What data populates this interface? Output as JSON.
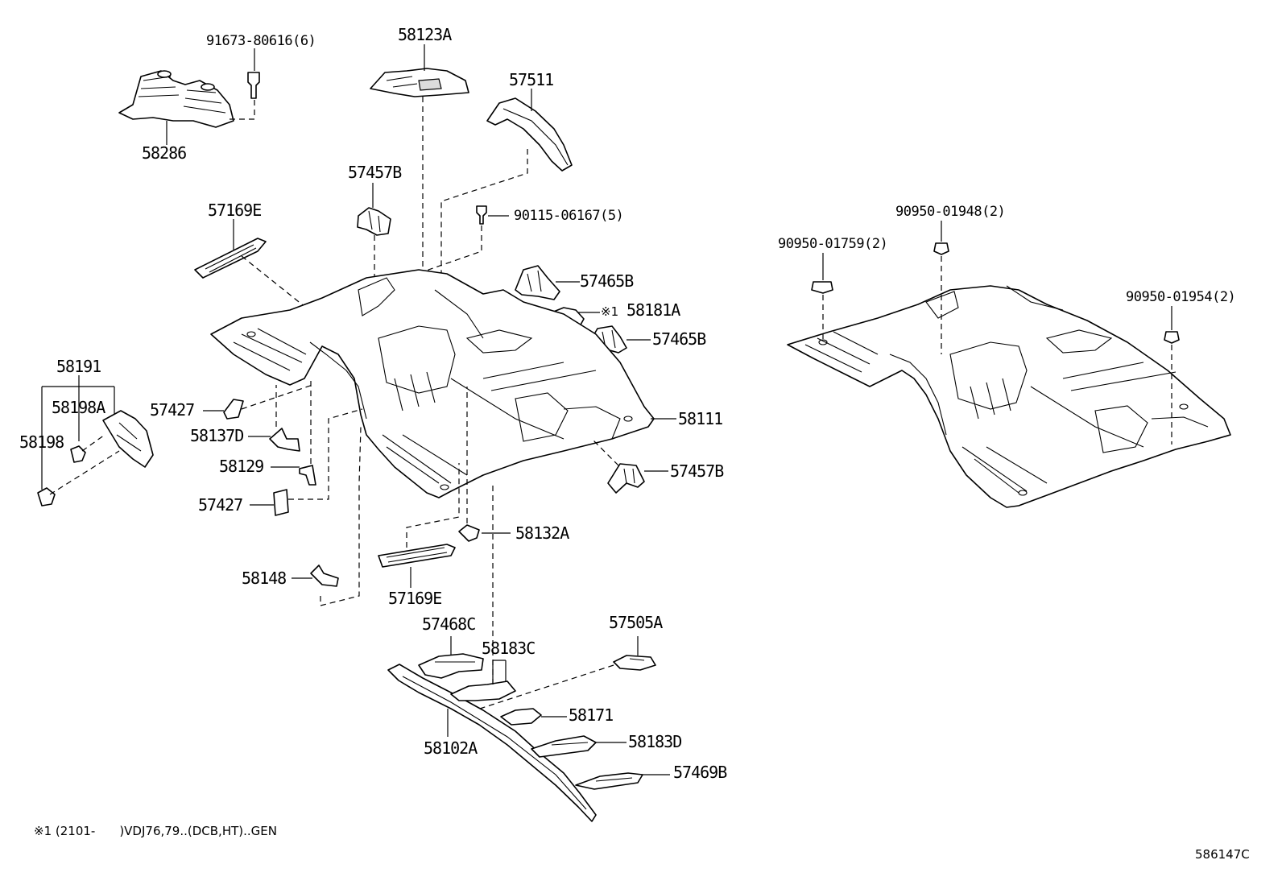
{
  "diagram": {
    "labels": {
      "p91673": "91673-80616(6)",
      "p58123A": "58123A",
      "p57511": "57511",
      "p58286": "58286",
      "p57457B_top": "57457B",
      "p57169E_top": "57169E",
      "p90115": "90115-06167(5)",
      "p57465B_1": "57465B",
      "p58181A_mark": "※1",
      "p58181A": "58181A",
      "p57465B_2": "57465B",
      "p58191": "58191",
      "p58198A": "58198A",
      "p58198": "58198",
      "p57427_1": "57427",
      "p58137D": "58137D",
      "p58111": "58111",
      "p58129": "58129",
      "p57457B_2": "57457B",
      "p57427_2": "57427",
      "p58132A": "58132A",
      "p58148": "58148",
      "p57169E_2": "57169E",
      "p57468C": "57468C",
      "p57505A": "57505A",
      "p58183C": "58183C",
      "p58171": "58171",
      "p58102A": "58102A",
      "p58183D": "58183D",
      "p57469B": "57469B",
      "p90950_01948": "90950-01948(2)",
      "p90950_01759": "90950-01759(2)",
      "p90950_01954": "90950-01954(2)"
    },
    "footnote": "※1 (2101-　　)VDJ76,79..(DCB,HT)..GEN",
    "drawing_code": "586147C"
  }
}
